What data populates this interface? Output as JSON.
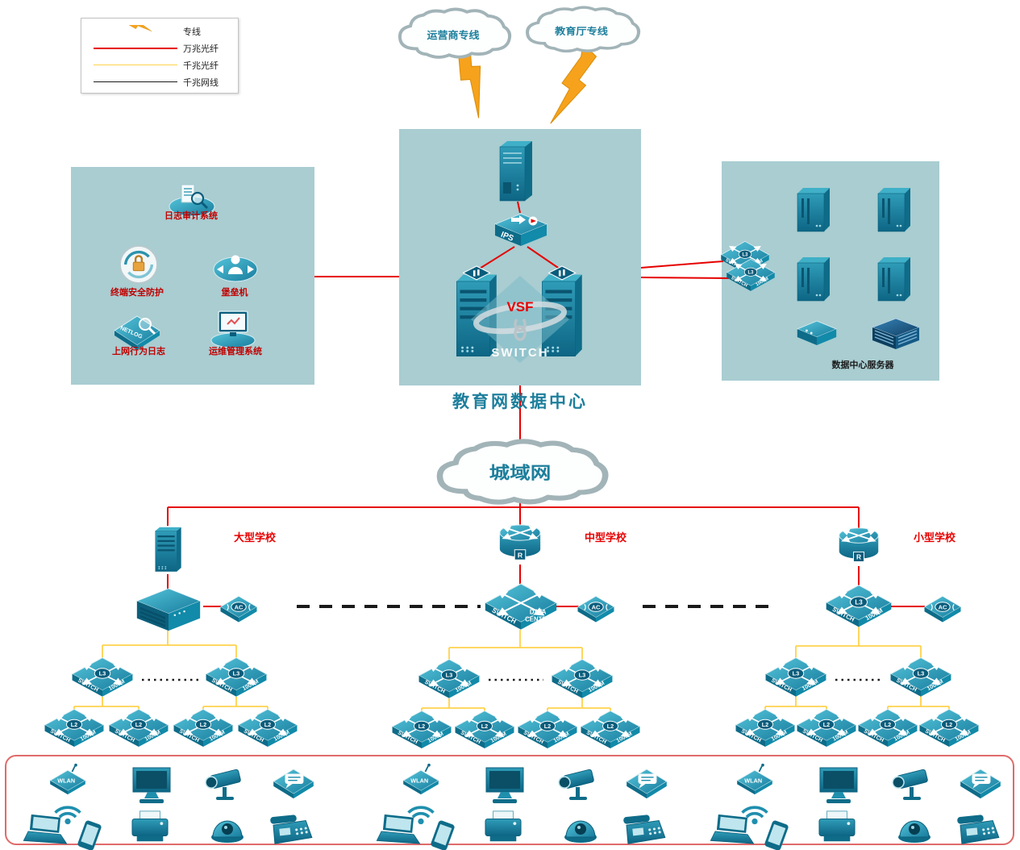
{
  "legend": {
    "items": [
      {
        "label": "专线",
        "symbol": "lightning",
        "color": "#f5a21d"
      },
      {
        "label": "万兆光纤",
        "symbol": "line",
        "color": "#e60000"
      },
      {
        "label": "千兆光纤",
        "symbol": "line",
        "color": "#ffd24d"
      },
      {
        "label": "千兆网线",
        "symbol": "line",
        "color": "#1a1a1a"
      }
    ]
  },
  "clouds": {
    "isp": "运营商专线",
    "edu": "教育厅专线",
    "man": "城域网"
  },
  "core": {
    "title": "教育网数据中心",
    "ips": "IPS",
    "vsf": "VSF",
    "watermark": "SWITCH"
  },
  "security_zone": {
    "items": [
      {
        "label": "日志审计系统"
      },
      {
        "label": "终端安全防护"
      },
      {
        "label": "堡垒机"
      },
      {
        "label": "上网行为日志",
        "icon_text": "NETLOG"
      },
      {
        "label": "运维管理系统"
      }
    ]
  },
  "server_zone": {
    "label": "数据中心服务器"
  },
  "labels": {
    "switch": "SWITCH",
    "speed": "1000M",
    "l3": "L3",
    "l2": "L2",
    "ac": "AC",
    "router_badge": "R",
    "data_center": "DATA CENTER",
    "wlan": "WLAN"
  },
  "schools": [
    {
      "name": "大型学校"
    },
    {
      "name": "中型学校"
    },
    {
      "name": "小型学校"
    }
  ],
  "terminals": {
    "cluster_types": [
      "wireless-ap",
      "wifi-signal",
      "laptop",
      "smartphone",
      "desktop-monitor",
      "printer",
      "ptz-camera",
      "dome-camera",
      "chat-device",
      "fax-phone"
    ],
    "clusters": 3
  }
}
